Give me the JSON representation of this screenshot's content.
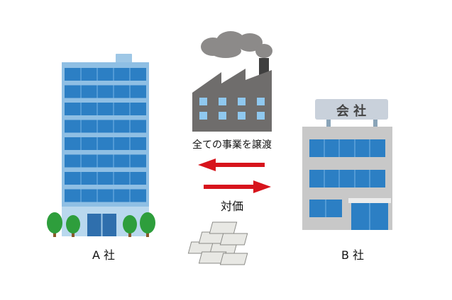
{
  "company_a": {
    "label": "A 社"
  },
  "company_b": {
    "label": "B 社",
    "sign": "会 社"
  },
  "transfer": {
    "label": "全ての事業を譲渡"
  },
  "consideration": {
    "label": "対価"
  },
  "colors": {
    "arrow": "#d7141c",
    "window": "#2c7fc4",
    "building_gray": "#c8c8c8",
    "factory": "#6f6d6c"
  }
}
